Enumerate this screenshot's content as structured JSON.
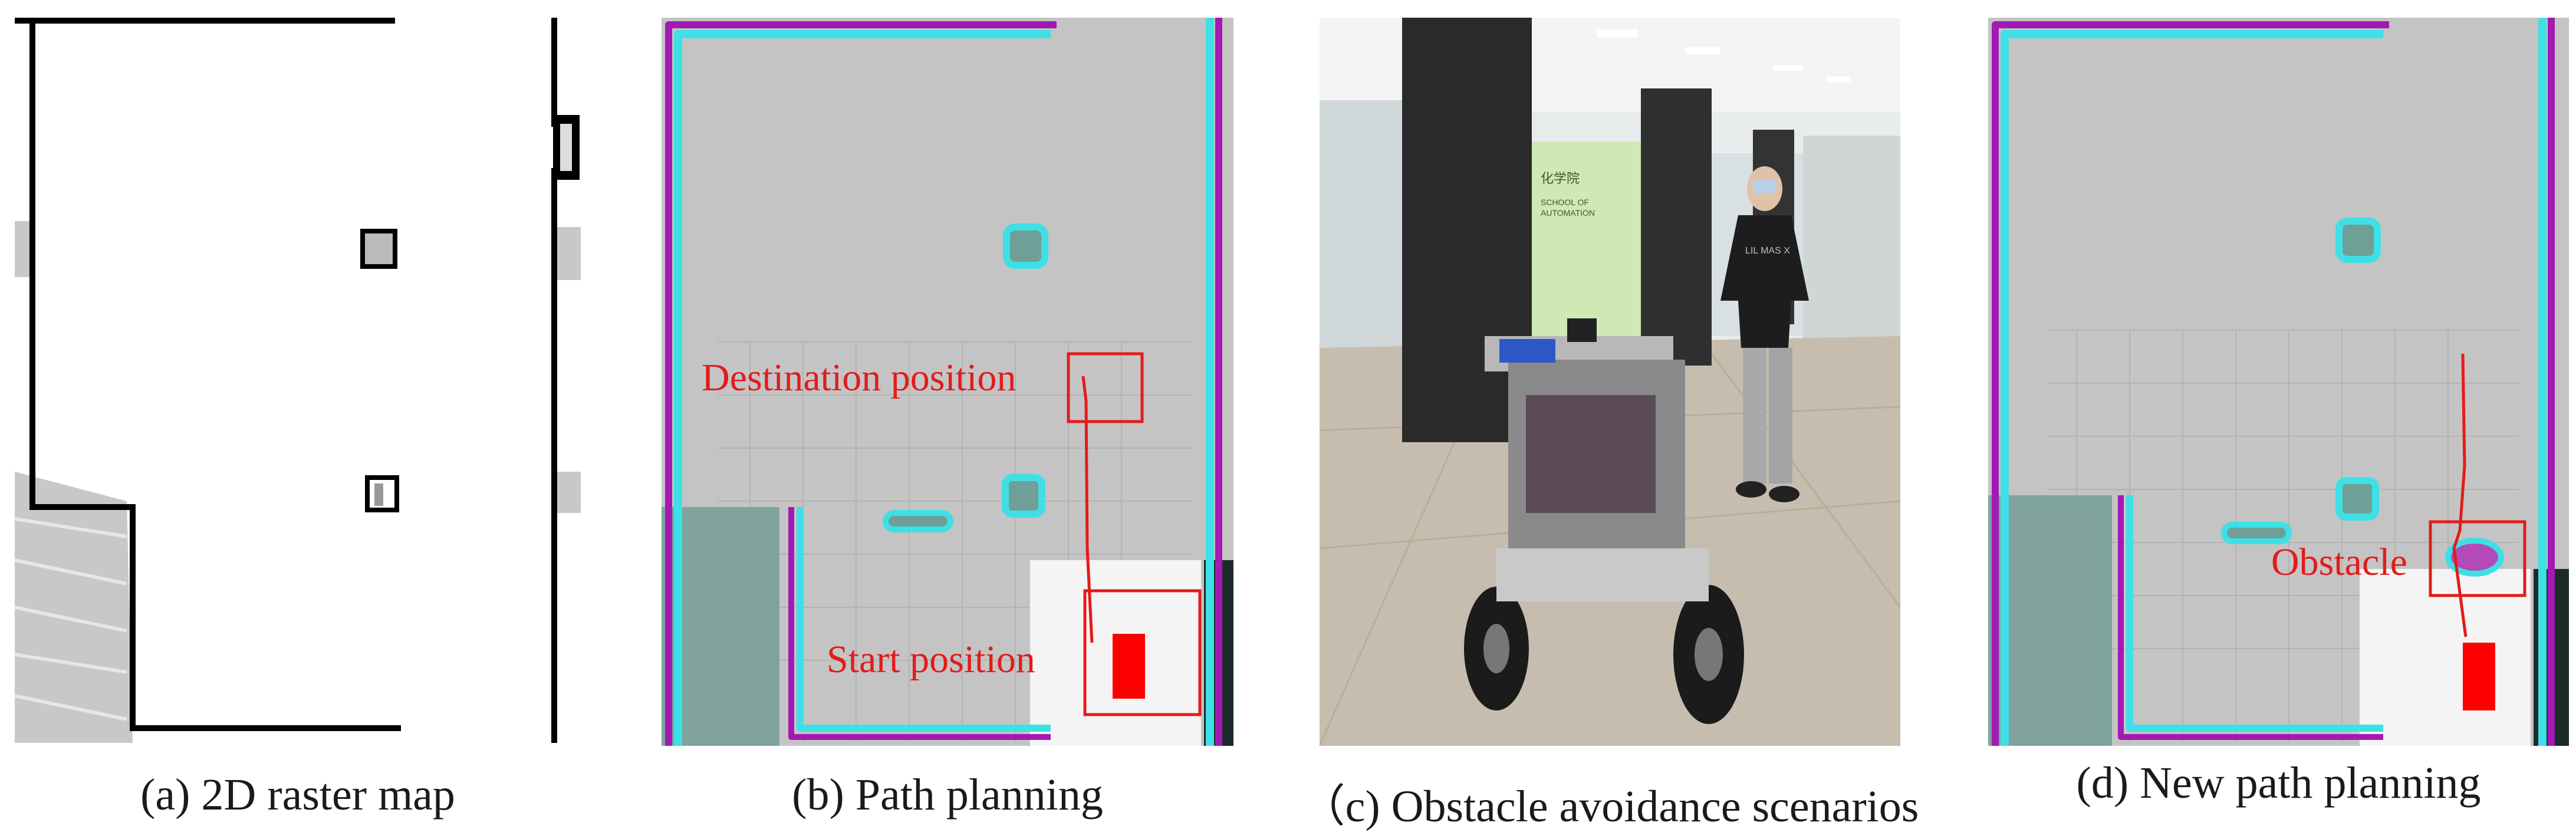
{
  "panels": [
    {
      "id": "a",
      "caption": "(a) 2D raster map"
    },
    {
      "id": "b",
      "caption": "(b) Path planning",
      "annotations": {
        "destination": "Destination position",
        "start": "Start position"
      }
    },
    {
      "id": "c",
      "caption": "（c) Obstacle avoidance scenarios",
      "wall_sign": {
        "line1": "化学院",
        "line2": "SCHOOL OF",
        "line3": "AUTOMATION"
      },
      "shirt_text": "LIL MAS X"
    },
    {
      "id": "d",
      "caption": "(d) New path planning",
      "annotations": {
        "obstacle": "Obstacle"
      }
    }
  ],
  "colors": {
    "annotation_red": "#e31b1b",
    "map_gray": "#c4c4c4",
    "inflation_cyan": "#3ee0e6",
    "boundary_purple": "#a319b4",
    "robot_red": "#ff0000"
  }
}
